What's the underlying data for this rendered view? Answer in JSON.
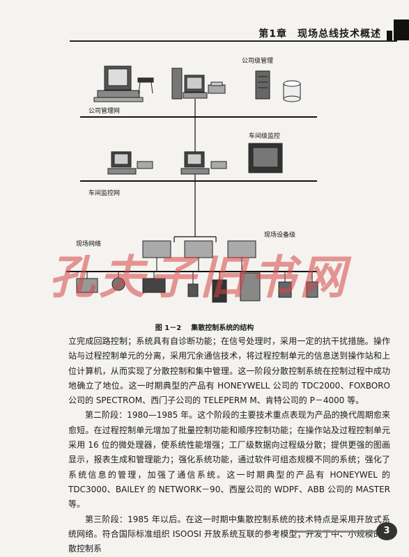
{
  "header": {
    "chapter_title": "第1章　现场总线技术概述"
  },
  "figure": {
    "labels": {
      "company_mgmt": "公司级管理",
      "company_network": "公司管理网",
      "workshop_monitor": "车间级监控",
      "workshop_network": "车间监控网",
      "field_network": "现场网络",
      "field_devices": "现场设备级"
    },
    "caption_number": "图 1－2",
    "caption_text": "集散控制系统的结构"
  },
  "watermark": "孔夫子旧书网",
  "body": {
    "paragraphs": [
      "立完成回路控制；系统具有自诊断功能；在信号处理时，采用一定的抗干扰措施。操作站与过程控制单元的分离，采用冗余通信技术，将过程控制单元的信息送到操作站和上位计算机，从而实现了分散控制和集中管理。这一阶段分散控制系统在控制过程中成功地确立了地位。这一时期典型的产品有 HONEYWELL 公司的 TDC2000、FOXBORO 公司的 SPECTROM、西门子公司的 TELEPERM M、肯特公司的 P－4000 等。",
      "第二阶段：1980—1985 年。这个阶段的主要技术重点表现为产品的换代周期愈来愈短。在过程控制单元增加了批量控制功能和顺序控制功能；在操作站及过程控制单元采用 16 位的微处理器，使系统性能增强；工厂级数据向过程级分散；提供更强的图画显示，报表生成和管理能力；强化系统功能，通过软件可组态规模不同的系统；强化了系统信息的管理，加强了通信系统。这一时期典型的产品有 HONEYWEL 的 TDC3000、BAILEY 的 NETWORK－90、西屋公司的 WDPF、ABB 公司的 MASTER 等。",
      "第三阶段：1985 年以后。在这一时期中集散控制系统的技术特点是采用开放式系统网络。符合国际标准组织 ISOOSI 开放系统互联的参考模型；开发了中、小规模的集散控制系"
    ]
  },
  "footer": {
    "page_number": "3"
  }
}
